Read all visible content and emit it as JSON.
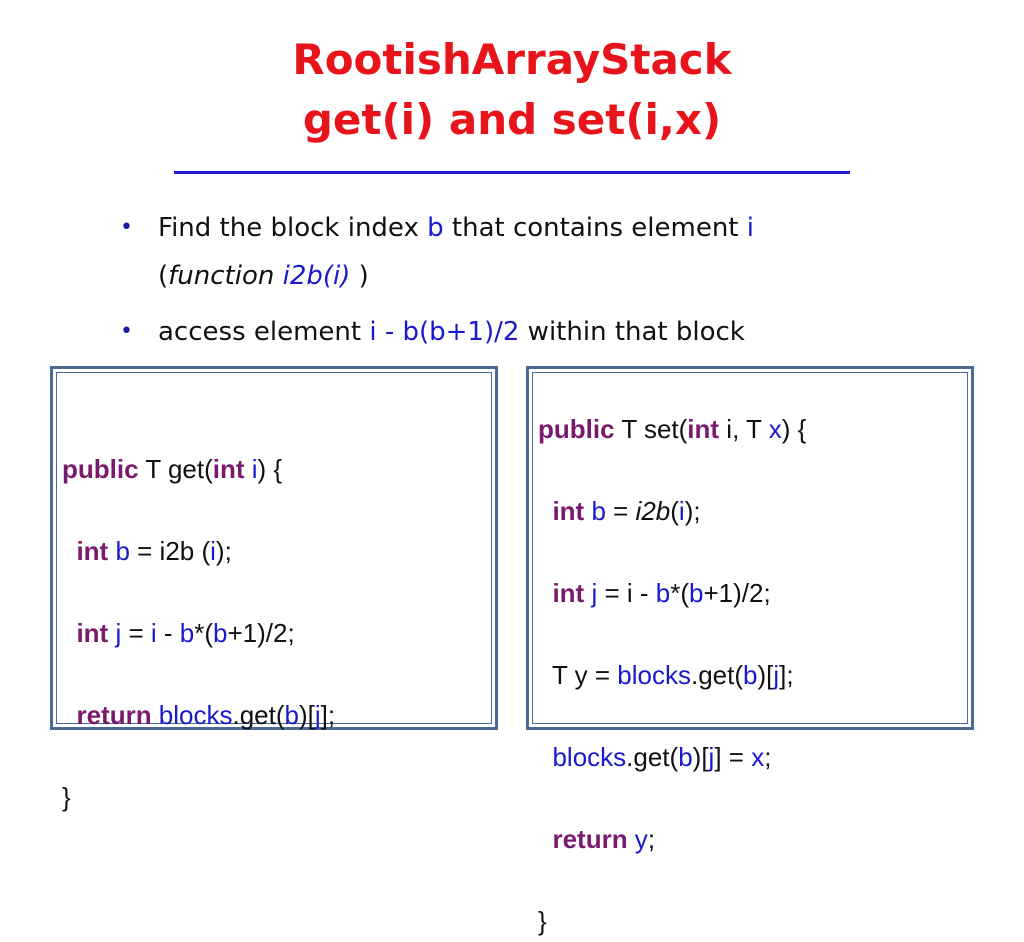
{
  "slide": {
    "title_line1": "RootishArrayStack",
    "title_line2": "get(i) and set(i,x)"
  },
  "bullets": [
    {
      "marker": "•",
      "line1_prefix": "Find the block index ",
      "line1_b": "b",
      "line1_mid": " that contains element ",
      "line1_i": "i",
      "line2_open": "(",
      "line2_function": "function ",
      "line2_call": "i2b(i)",
      "line2_close": " )"
    },
    {
      "marker": "•",
      "prefix": "access element ",
      "expr": "i - b(b+1)/2",
      "suffix": " within that block"
    }
  ],
  "get_code": {
    "l1_kw": "public",
    "l1_a": " T get(",
    "l1_int": "int",
    "l1_i": " i",
    "l1_b": ") {",
    "l2_indent": "  ",
    "l2_int": "int",
    "l2_b": " b",
    "l2_rest1": " = i2b (",
    "l2_i": "i",
    "l2_rest2": ");",
    "l3_indent": "  ",
    "l3_int": "int",
    "l3_j": " j",
    "l3_eq": " = ",
    "l3_i": "i",
    "l3_minus": " - ",
    "l3_b1": "b",
    "l3_star": "*(",
    "l3_b2": "b",
    "l3_rest": "+1)/2;",
    "l4_indent": "  ",
    "l4_ret": "return",
    "l4_blocks": " blocks",
    "l4_get": ".get(",
    "l4_b": "b",
    "l4_mid": ")[",
    "l4_j": "j",
    "l4_end": "];",
    "l5": "}"
  },
  "set_code": {
    "l1_kw": "public",
    "l1_a": " T set(",
    "l1_int": "int",
    "l1_mid": " i, T ",
    "l1_x": "x",
    "l1_end": ") {",
    "l2_indent": "  ",
    "l2_int": "int",
    "l2_b": " b",
    "l2_eq": " = ",
    "l2_i2b": "i2b",
    "l2_p1": "(",
    "l2_i": "i",
    "l2_p2": ");",
    "l3_indent": "  ",
    "l3_int": "int",
    "l3_j": " j",
    "l3_eq": " = i - ",
    "l3_b1": "b",
    "l3_star": "*(",
    "l3_b2": "b",
    "l3_rest": "+1)/2;",
    "l4_indent": "  ",
    "l4_a": "T y = ",
    "l4_blocks": "blocks",
    "l4_get": ".get(",
    "l4_b": "b",
    "l4_mid": ")[",
    "l4_j": "j",
    "l4_end": "];",
    "l5_indent": "  ",
    "l5_blocks": "blocks",
    "l5_get": ".get(",
    "l5_b": "b",
    "l5_mid": ")[",
    "l5_j": "j",
    "l5_eq": "] = ",
    "l5_x": "x",
    "l5_end": ";",
    "l6_indent": "  ",
    "l6_ret": "return",
    "l6_y": " y",
    "l6_end": ";",
    "l7": "}"
  },
  "colors": {
    "title": "#e8141b",
    "rule": "#1c1ccc",
    "keyword": "#7a1a6e",
    "identifier": "#1a1acc",
    "box_border": "#4a6a96"
  }
}
